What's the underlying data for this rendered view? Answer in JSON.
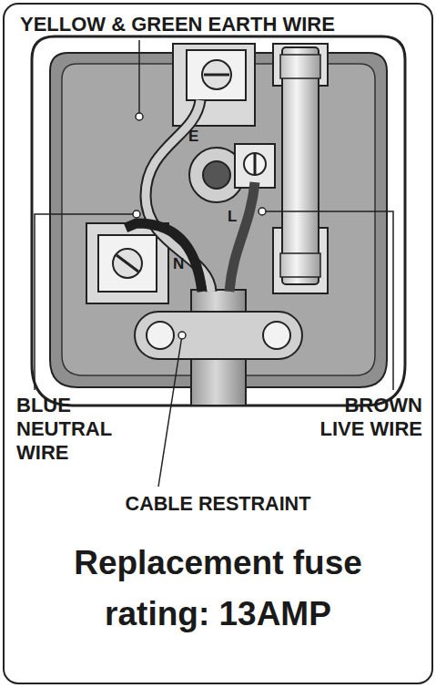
{
  "diagram": {
    "caption": "Replacement fuse rating: 13AMP",
    "labels": [
      "YELLOW & GREEN EARTH WIRE",
      "E",
      "L",
      "N",
      "BLUE NEUTRAL WIRE",
      "BROWN LIVE WIRE",
      "CABLE RESTRAINT"
    ]
  }
}
